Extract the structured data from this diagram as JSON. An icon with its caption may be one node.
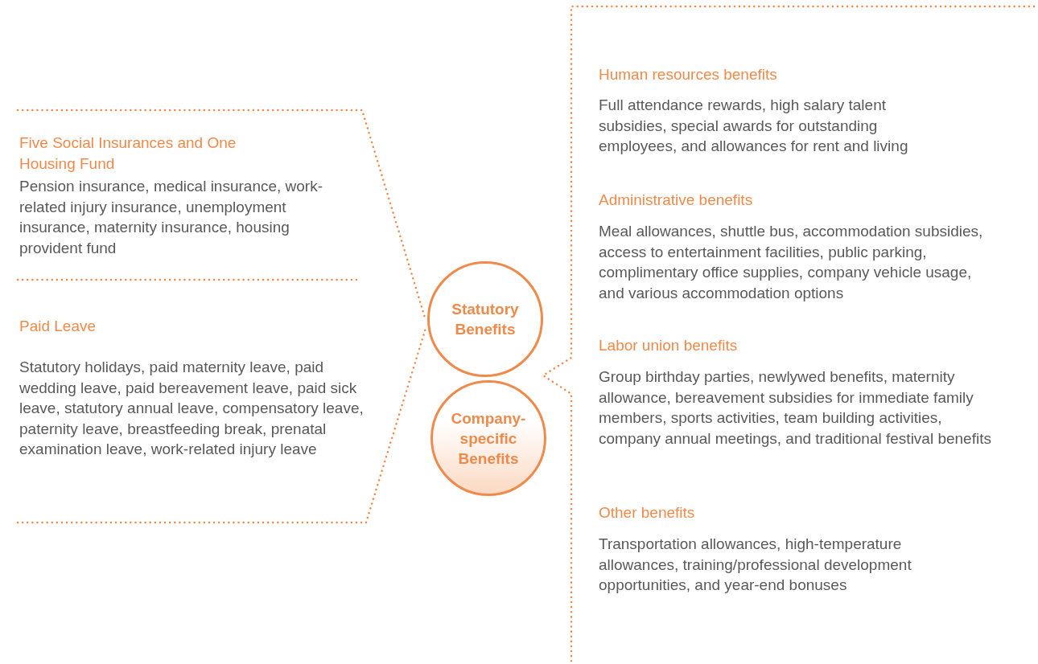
{
  "diagram": {
    "nodes": [
      {
        "text": [
          "Statutory Benefits"
        ]
      },
      {
        "text": [
          "Company-specific Benefits"
        ]
      }
    ],
    "edges": [],
    "labels": [
      "Five Social Insurances and One Housing Fund",
      "Pension insurance, medical insurance, work-related injury insurance, unemployment insurance, maternity insurance, housing provident fund",
      "Paid Leave",
      "Statutory holidays, paid maternity leave, paid wedding leave, paid bereavement leave, paid sick leave, statutory annual leave, compensatory leave, paternity leave, breastfeeding break, prenatal examination leave, work-related injury leave",
      "Human resources benefits",
      "Full attendance rewards, high salary talent subsidies, special awards for outstanding employees, and allowances for rent and living",
      "Administrative benefits",
      "Meal allowances, shuttle bus, accommodation subsidies, access to entertainment facilities, public parking, complimentary office supplies, company vehicle usage, and various accommodation options",
      "Labor union benefits",
      "Group birthday parties, newlywed benefits, maternity allowance, bereavement subsidies for immediate family members, sports activities, team building activities, company annual meetings, and traditional festival benefits",
      "Other benefits",
      "Transportation allowances, high-temperature allowances, training/professional development opportunities, and year-end bonuses"
    ]
  }
}
